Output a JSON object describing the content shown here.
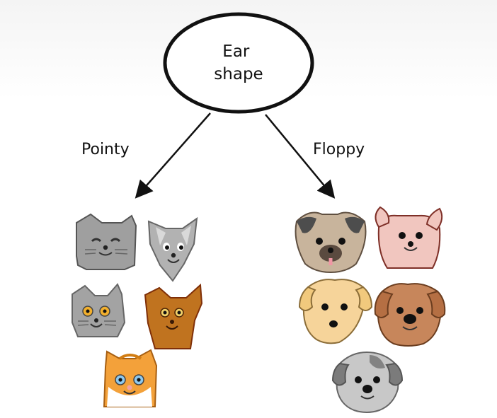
{
  "root_node": {
    "lines": [
      "Ear",
      "shape"
    ]
  },
  "branches": {
    "left": {
      "label": "Pointy"
    },
    "right": {
      "label": "Floppy"
    }
  },
  "groups": {
    "pointy_animals": [
      {
        "name": "gray-cat-squinting-icon"
      },
      {
        "name": "gray-cat-pointed-face-icon"
      },
      {
        "name": "gray-cat-orange-eyes-icon"
      },
      {
        "name": "brown-cat-icon"
      },
      {
        "name": "orange-white-cat-icon"
      }
    ],
    "floppy_animals": [
      {
        "name": "pug-dog-icon"
      },
      {
        "name": "pink-dog-icon"
      },
      {
        "name": "yellow-dog-icon"
      },
      {
        "name": "brown-dog-icon"
      },
      {
        "name": "gray-dog-icon"
      }
    ]
  },
  "colors": {
    "outline": "#111111",
    "cat_gray": "#a8a8a8",
    "cat_brown": "#c0731f",
    "cat_orange": "#f3a13a",
    "dog_tan": "#c8b49c",
    "dog_pink": "#f1c6bf",
    "dog_yellow": "#f6d49a",
    "dog_brown": "#c7865b",
    "dog_gray": "#c8c8c8"
  }
}
